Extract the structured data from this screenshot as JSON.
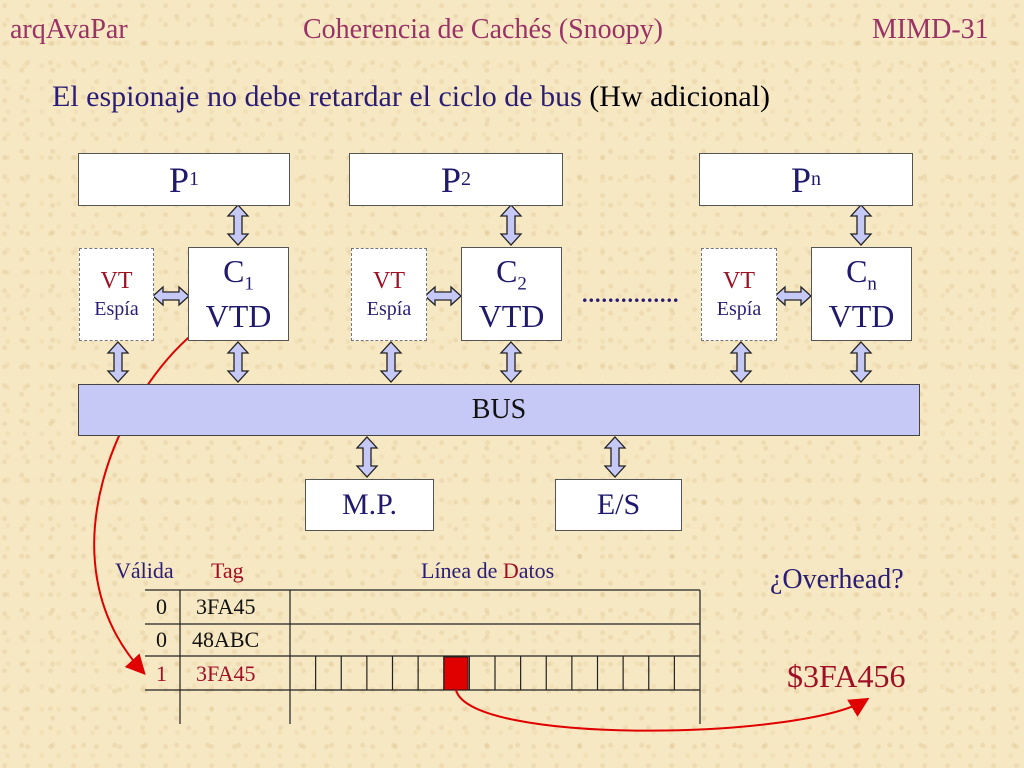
{
  "header": {
    "left": "arqAvaPar",
    "center": "Coherencia de Cachés (Snoopy)",
    "right": "MIMD-31"
  },
  "subtitle": {
    "main": "El espionaje no debe retardar el ciclo de bus",
    "paren": "(Hw adicional)"
  },
  "processors": [
    {
      "label": "P",
      "sub": "1"
    },
    {
      "label": "P",
      "sub": "2"
    },
    {
      "label": "P",
      "sub": "n"
    }
  ],
  "caches": [
    {
      "label": "C",
      "sub": "1",
      "line2": "VTD"
    },
    {
      "label": "C",
      "sub": "2",
      "line2": "VTD"
    },
    {
      "label": "C",
      "sub": "n",
      "line2": "VTD"
    }
  ],
  "spy": {
    "line1": "VT",
    "line2": "Espía"
  },
  "ellipsis": "...............",
  "bus_label": "BUS",
  "memory": {
    "mp": "M.P.",
    "es": "E/S"
  },
  "table": {
    "header_valida": "Válida",
    "header_tag": "Tag",
    "header_linea_pre": "Línea de ",
    "header_linea_d": "D",
    "header_linea_post": "atos",
    "rows": [
      {
        "valid": "0",
        "tag": "3FA45"
      },
      {
        "valid": "0",
        "tag": "48ABC"
      },
      {
        "valid": "1",
        "tag": "3FA45"
      }
    ]
  },
  "overhead": "¿Overhead?",
  "address": "$3FA456",
  "colors": {
    "bus_fill": "#c6c8f6",
    "arrow_fill": "#c6c8f6",
    "highlight": "#e00000",
    "accent": "#a01024",
    "text": "#2a1d73"
  }
}
